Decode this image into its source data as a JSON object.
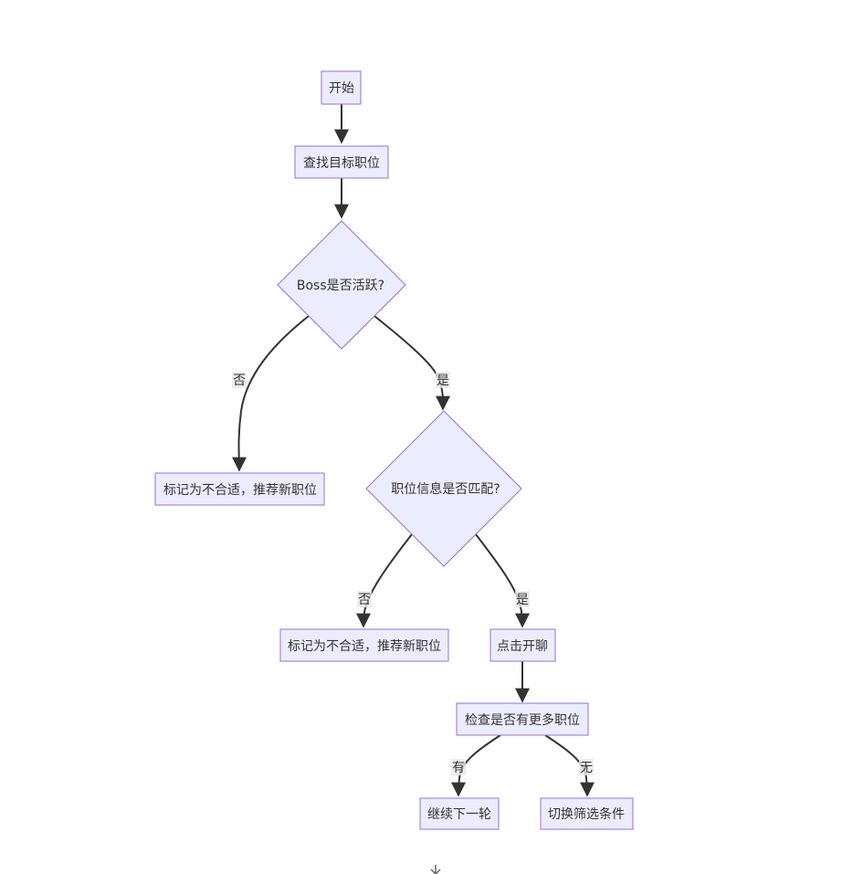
{
  "diagram": {
    "nodes": {
      "start": "开始",
      "find": "查找目标职位",
      "boss_active": "Boss是否活跃?",
      "mark1": "标记为不合适，推荐新职位",
      "info_match": "职位信息是否匹配?",
      "mark2": "标记为不合适，推荐新职位",
      "chat": "点击开聊",
      "check_more": "检查是否有更多职位",
      "next_round": "继续下一轮",
      "switch_filter": "切换筛选条件"
    },
    "edge_labels": {
      "boss_no": "否",
      "boss_yes": "是",
      "info_no": "否",
      "info_yes": "是",
      "more_yes": "有",
      "more_no": "无"
    },
    "colors": {
      "node_fill": "#ECECFF",
      "node_stroke": "#9370DB",
      "edge": "#333333",
      "text": "#333333"
    }
  },
  "controls": {
    "scroll_icon": "chevron-down-icon"
  }
}
